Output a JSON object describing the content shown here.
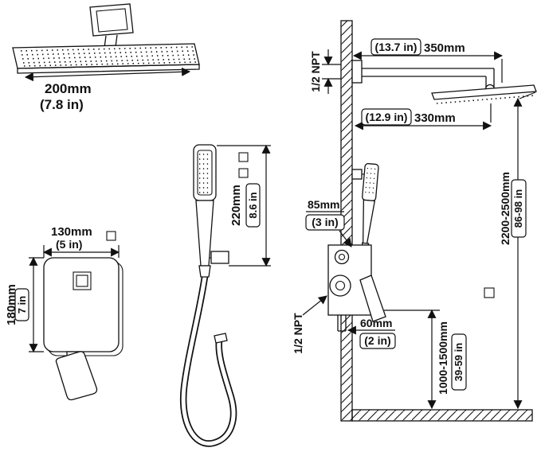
{
  "page": {
    "background": "#ffffff",
    "line_color": "#111111"
  },
  "rain_head": {
    "width_mm": "200mm",
    "width_in": "(7.8 in)"
  },
  "valve_trim": {
    "width_mm": "130mm",
    "width_in": "(5 in)",
    "height_mm": "180mm",
    "height_in": "7 in"
  },
  "hand_shower": {
    "height_mm": "220mm",
    "height_in": "8.6 in"
  },
  "install": {
    "arm_in": "(13.7 in)",
    "arm_mm": "350mm",
    "arm_thread": "1/2 NPT",
    "reach_in": "(12.9 in)",
    "reach_mm": "330mm",
    "head_height_mm": "2200-2500mm",
    "head_height_in": "86-98 in",
    "depth_mm": "85mm",
    "depth_in": "(3 in)",
    "valve_thread": "1/2 NPT",
    "offset_mm": "60mm",
    "offset_in": "(2 in)",
    "valve_height_mm": "1000-1500mm",
    "valve_height_in": "39-59 in"
  }
}
